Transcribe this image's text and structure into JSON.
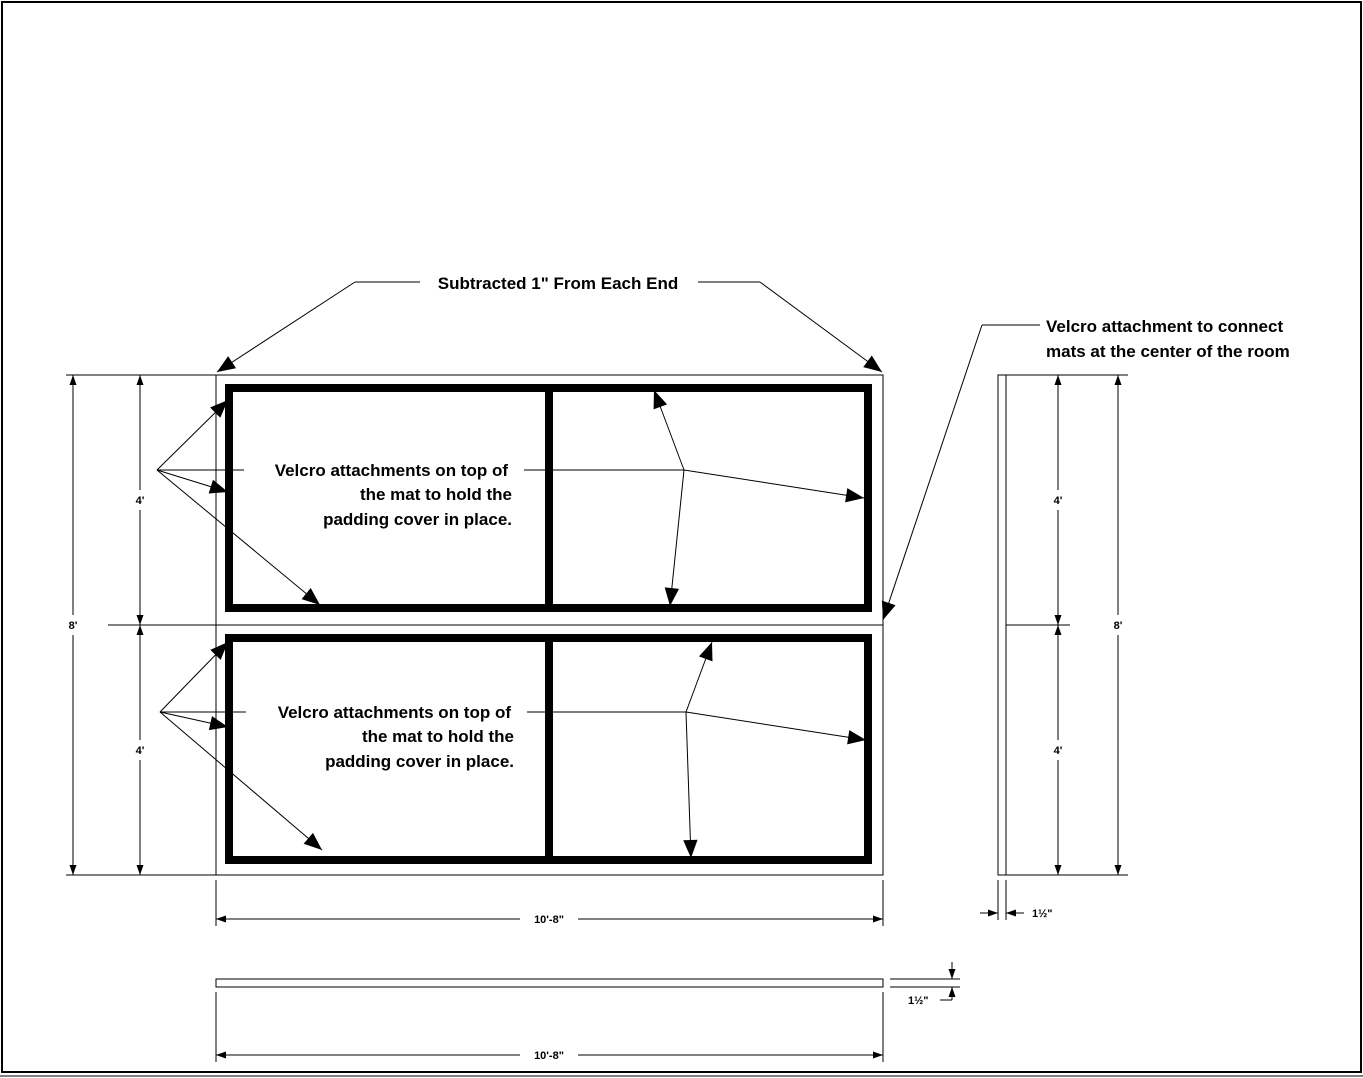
{
  "labels": {
    "top_note": "Subtracted 1\" From Each End",
    "right_note_line1": "Velcro attachment to connect",
    "right_note_line2": "mats at the center of the room",
    "upper_note_line1": "Velcro attachments on top of",
    "upper_note_line2": "the mat to hold the",
    "upper_note_line3": "padding cover in place.",
    "lower_note_line1": "Velcro attachments on top of",
    "lower_note_line2": "the mat to hold the",
    "lower_note_line3": "padding cover in place."
  },
  "dimensions": {
    "left_upper_height": "4'",
    "left_lower_height": "4'",
    "left_total_height": "8'",
    "right_upper_height": "4'",
    "right_lower_height": "4'",
    "right_total_height": "8'",
    "plan_width": "10'-8\"",
    "side_thickness": "1½\"",
    "front_thickness": "1½\"",
    "front_width": "10'-8\""
  }
}
